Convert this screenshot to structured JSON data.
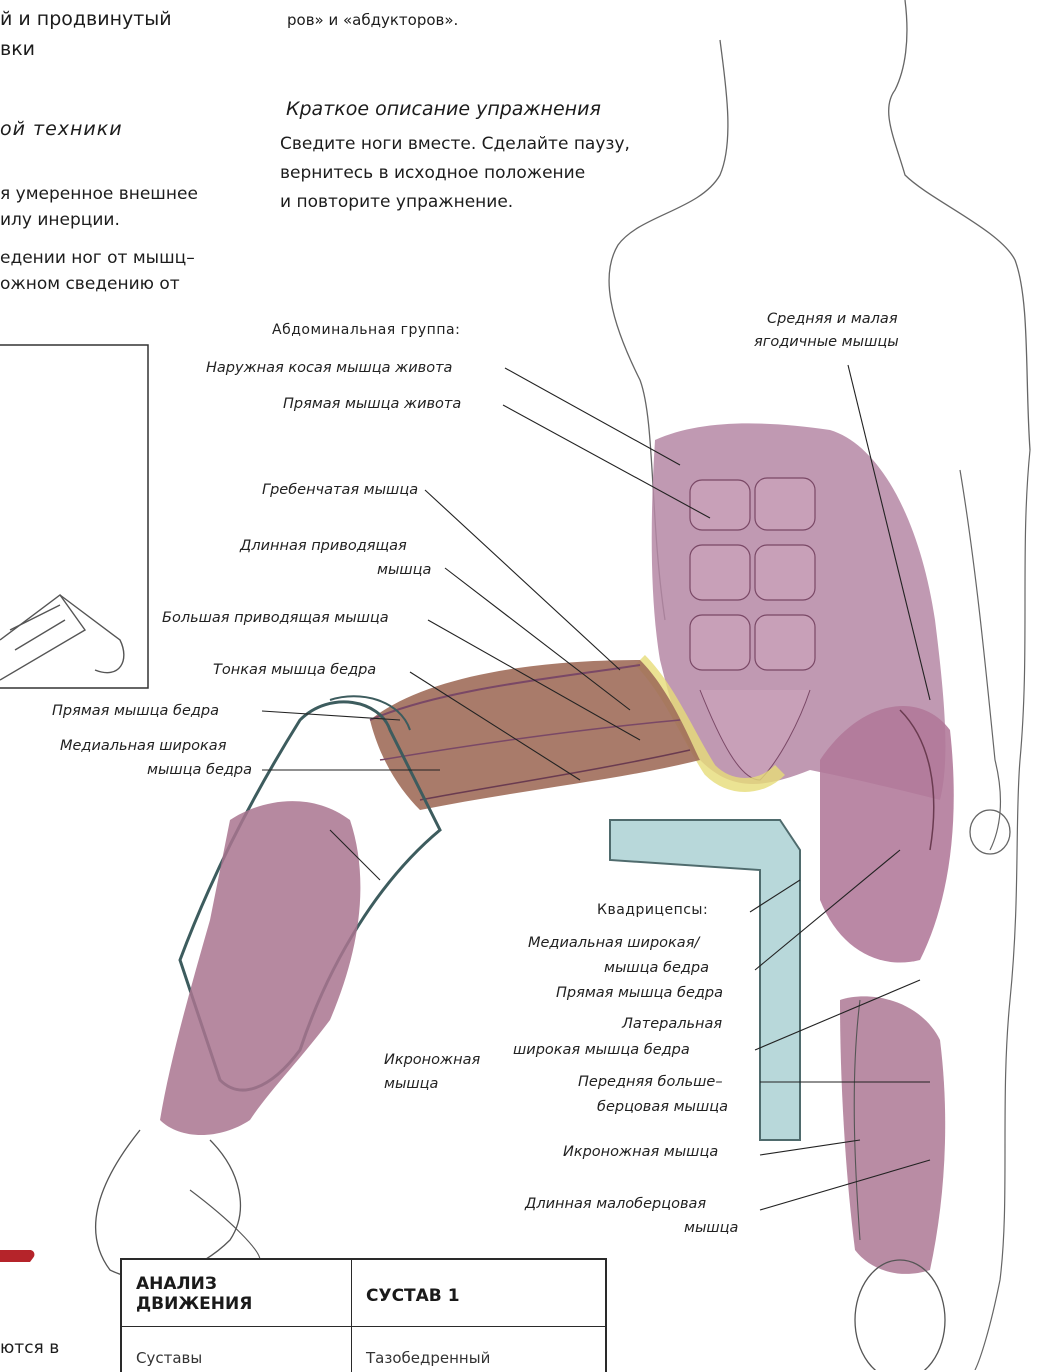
{
  "left_column": {
    "heading_line1": "й и продвинутый",
    "heading_line2": "вки",
    "subheading": "ой   техники",
    "lines": [
      "я умеренное внешнее",
      "илу инерции.",
      "едении ног от мышц–",
      "ожном сведению от"
    ],
    "bottom_text": "ются в"
  },
  "right_column": {
    "top_fragment": "ров» и «абдукторов».",
    "brief_title": "Краткое   описание   упражнения",
    "brief_lines": [
      "Сведите ноги вместе. Сделайте паузу,",
      "вернитесь в исходное положение",
      "и повторите упражнение."
    ]
  },
  "labels": {
    "abdominal_group": "Абдоминальная группа:",
    "external_oblique": "Наружная косая мышца живота",
    "rectus_abdominis": "Прямая мышца живота",
    "pectineus": "Гребенчатая мышца",
    "adductor_longus_1": "Длинная приводящая",
    "adductor_longus_2": "мышца",
    "adductor_magnus": "Большая приводящая мышца",
    "gracilis": "Тонкая мышца бедра",
    "rectus_femoris": "Прямая мышца бедра",
    "vastus_medialis_1": "Медиальная   широкая",
    "vastus_medialis_2": "мышца бедра",
    "gluteus_1": "Средняя и малая",
    "gluteus_2": "ягодичные мышцы",
    "quadriceps": "Квадрицепсы:",
    "q_vastus_medialis_1": "Медиальная      широкая/",
    "q_vastus_medialis_2": "мышца бедра",
    "q_rectus_femoris": "Прямая мышца бедра",
    "lateral_1": "Латеральная",
    "lateral_2": "широкая мышца бедра",
    "gastrocnemius_left_1": "Икроножная",
    "gastrocnemius_left_2": "мышца",
    "tibialis_1": "Передняя больше–",
    "tibialis_2": "берцовая мышца",
    "gastrocnemius_right": "Икроножная   мышца",
    "peroneus_1": "Длинная   малоберцовая",
    "peroneus_2": "мышца"
  },
  "table": {
    "header": [
      "АНАЛИЗ ДВИЖЕНИЯ",
      "СУСТАВ 1"
    ],
    "header_col1_line1": "АНАЛИЗ",
    "header_col1_line2": "ДВИЖЕНИЯ",
    "rows": [
      [
        "Суставы",
        "Тазобедренный"
      ]
    ]
  },
  "colors": {
    "muscle": "#a8708f",
    "muscle_dark": "#8a4f6c",
    "tendon": "#e8df8a",
    "thigh_brown": "#9a6a4a",
    "pad_blue": "#aed3d6",
    "outline": "#555555",
    "accent_red": "#b5242a"
  }
}
